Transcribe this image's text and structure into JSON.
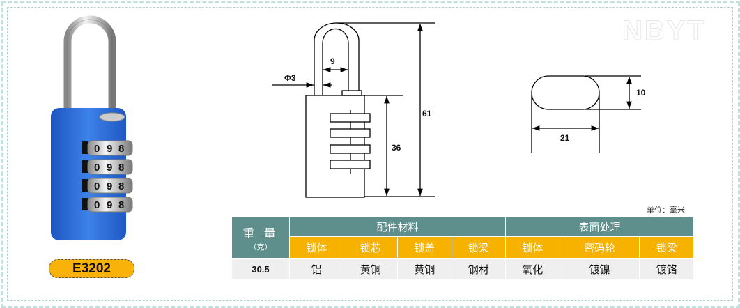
{
  "brand": "NBYT",
  "model": "E3202",
  "dial_digits": [
    "0",
    "9",
    "8"
  ],
  "dimensions": {
    "shackle_diameter": "Φ3",
    "shackle_inner_width": "9",
    "total_height": "61",
    "body_height": "36",
    "section_height": "10",
    "section_width": "21"
  },
  "unit_label": "单位：毫米",
  "table": {
    "weight_label": "重 量",
    "weight_unit": "（克）",
    "group_materials": "配件材料",
    "group_surface": "表面处理",
    "sub_headers": [
      "锁体",
      "锁芯",
      "锁盖",
      "锁梁",
      "锁体",
      "密码轮",
      "锁梁"
    ],
    "weight_value": "30.5",
    "values": [
      "铝",
      "黄铜",
      "黄铜",
      "钢材",
      "氧化",
      "镀镍",
      "镀铬"
    ]
  },
  "colors": {
    "header_teal": "#5e8f8c",
    "header_orange": "#f7b200",
    "lock_blue": "#2f6fd6"
  }
}
